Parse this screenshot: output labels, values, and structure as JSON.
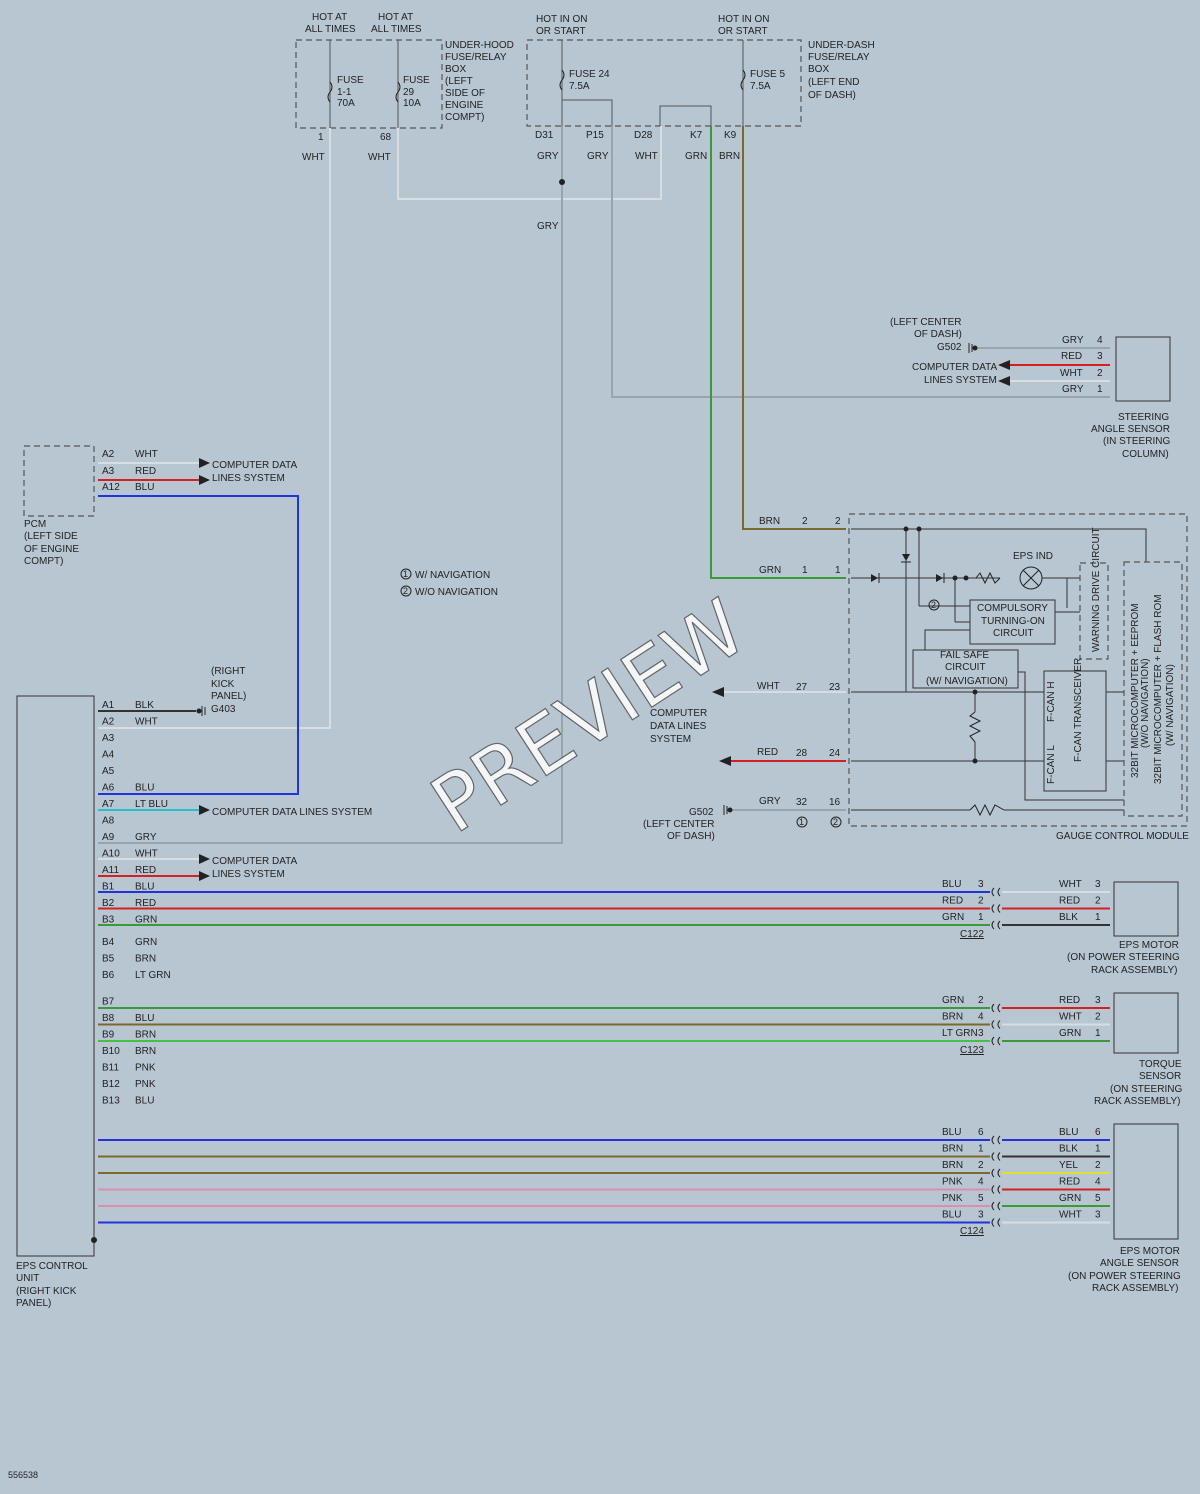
{
  "fuse_boxes": {
    "underhood": {
      "label": [
        "UNDER-HOOD",
        "FUSE/RELAY",
        "BOX",
        "(LEFT",
        "SIDE OF",
        "ENGINE",
        "COMPT)"
      ],
      "hot1": [
        "HOT AT",
        "ALL TIMES"
      ],
      "hot2": [
        "HOT AT",
        "ALL TIMES"
      ],
      "fuse1": [
        "FUSE",
        "1-1",
        "70A"
      ],
      "fuse2": [
        "FUSE",
        "29",
        "10A"
      ],
      "pin1": "1",
      "pin2": "68",
      "wire1": "WHT",
      "wire2": "WHT"
    },
    "underdash": {
      "label": [
        "UNDER-DASH",
        "FUSE/RELAY",
        "BOX",
        "(LEFT END",
        "OF DASH)"
      ],
      "hot1": [
        "HOT IN ON",
        "OR START"
      ],
      "hot2": [
        "HOT IN ON",
        "OR START"
      ],
      "fuse1": [
        "FUSE 24",
        "7.5A"
      ],
      "fuse2": [
        "FUSE 5",
        "7.5A"
      ],
      "pins": [
        "D31",
        "P15",
        "D28",
        "K7",
        "K9"
      ],
      "wires": [
        "GRY",
        "GRY",
        "WHT",
        "GRN",
        "BRN"
      ],
      "gry_label": "GRY"
    }
  },
  "steering_angle_sensor": {
    "ground": [
      "(LEFT CENTER",
      "OF DASH)",
      "G502"
    ],
    "data": [
      "COMPUTER DATA",
      "LINES SYSTEM"
    ],
    "pins": [
      {
        "wire": "GRY",
        "pin": "4"
      },
      {
        "wire": "RED",
        "pin": "3"
      },
      {
        "wire": "WHT",
        "pin": "2"
      },
      {
        "wire": "GRY",
        "pin": "1"
      }
    ],
    "label": [
      "STEERING",
      "ANGLE SENSOR",
      "(IN STEERING",
      "COLUMN)"
    ]
  },
  "pcm": {
    "pins": [
      {
        "pin": "A2",
        "wire": "WHT"
      },
      {
        "pin": "A3",
        "wire": "RED"
      },
      {
        "pin": "A12",
        "wire": "BLU"
      }
    ],
    "data": [
      "COMPUTER DATA",
      "LINES SYSTEM"
    ],
    "label": [
      "PCM",
      "(LEFT SIDE",
      "OF ENGINE",
      "COMPT)"
    ]
  },
  "legend": [
    "W/ NAVIGATION",
    "W/O NAVIGATION"
  ],
  "g403": [
    "(RIGHT",
    "KICK",
    "PANEL)",
    "G403"
  ],
  "gauge": {
    "brn": {
      "wire": "BRN",
      "pin_a": "2",
      "pin_b": "2"
    },
    "grn": {
      "wire": "GRN",
      "pin_a": "1",
      "pin_b": "1"
    },
    "wht": {
      "wire": "WHT",
      "pin_a": "27",
      "pin_b": "23"
    },
    "red": {
      "wire": "RED",
      "pin_a": "28",
      "pin_b": "24"
    },
    "gry": {
      "wire": "GRY",
      "pin_a": "32",
      "pin_b": "16"
    },
    "g502": [
      "G502",
      "(LEFT CENTER",
      "OF DASH)"
    ],
    "data": [
      "COMPUTER",
      "DATA LINES",
      "SYSTEM"
    ],
    "eps_ind": "EPS IND",
    "compulsory": [
      "COMPULSORY",
      "TURNING-ON",
      "CIRCUIT"
    ],
    "failsafe": [
      "FAIL SAFE",
      "CIRCUIT",
      "(W/ NAVIGATION)"
    ],
    "warning": "WARNING DRIVE CIRCUIT",
    "fcan_h": "F-CAN H",
    "fcan_l": "F-CAN L",
    "transceiver": "F-CAN TRANSCEIVER",
    "micro1": [
      "32BIT MICROCOMPUTER + EEPROM",
      "(W/O NAVIGATION)"
    ],
    "micro2": [
      "32BIT MICROCOMPUTER + FLASH ROM",
      "(W/ NAVIGATION)"
    ],
    "label": "GAUGE CONTROL MODULE"
  },
  "eps_unit": {
    "label": [
      "EPS CONTROL",
      "UNIT",
      "(RIGHT KICK",
      "PANEL)"
    ],
    "pins": [
      {
        "pin": "A1",
        "wire": "BLK"
      },
      {
        "pin": "A2",
        "wire": "WHT"
      },
      {
        "pin": "A3",
        "wire": ""
      },
      {
        "pin": "A4",
        "wire": ""
      },
      {
        "pin": "A5",
        "wire": ""
      },
      {
        "pin": "A6",
        "wire": "BLU"
      },
      {
        "pin": "A7",
        "wire": "LT BLU"
      },
      {
        "pin": "A8",
        "wire": ""
      },
      {
        "pin": "A9",
        "wire": "GRY"
      },
      {
        "pin": "A10",
        "wire": "WHT"
      },
      {
        "pin": "A11",
        "wire": "RED"
      },
      {
        "pin": "B1",
        "wire": "BLU"
      },
      {
        "pin": "B2",
        "wire": "RED"
      },
      {
        "pin": "B3",
        "wire": "GRN"
      },
      {
        "pin": "B4",
        "wire": "GRN"
      },
      {
        "pin": "B5",
        "wire": "BRN"
      },
      {
        "pin": "B6",
        "wire": "LT GRN"
      },
      {
        "pin": "B7",
        "wire": ""
      },
      {
        "pin": "B8",
        "wire": "BLU"
      },
      {
        "pin": "B9",
        "wire": "BRN"
      },
      {
        "pin": "B10",
        "wire": "BRN"
      },
      {
        "pin": "B11",
        "wire": "PNK"
      },
      {
        "pin": "B12",
        "wire": "PNK"
      },
      {
        "pin": "B13",
        "wire": "BLU"
      }
    ],
    "data_a7": "COMPUTER DATA LINES SYSTEM",
    "data_a10": [
      "COMPUTER DATA",
      "LINES SYSTEM"
    ]
  },
  "eps_motor": {
    "connector": "C122",
    "left": [
      {
        "wire": "BLU",
        "pin": "3"
      },
      {
        "wire": "RED",
        "pin": "2"
      },
      {
        "wire": "GRN",
        "pin": "1"
      }
    ],
    "right": [
      {
        "wire": "WHT",
        "pin": "3"
      },
      {
        "wire": "RED",
        "pin": "2"
      },
      {
        "wire": "BLK",
        "pin": "1"
      }
    ],
    "label": [
      "EPS MOTOR",
      "(ON POWER STEERING",
      "RACK ASSEMBLY)"
    ]
  },
  "torque_sensor": {
    "connector": "C123",
    "left": [
      {
        "wire": "GRN",
        "pin": "2"
      },
      {
        "wire": "BRN",
        "pin": "4"
      },
      {
        "wire": "LT GRN",
        "pin": "3"
      }
    ],
    "right": [
      {
        "wire": "RED",
        "pin": "3"
      },
      {
        "wire": "WHT",
        "pin": "2"
      },
      {
        "wire": "GRN",
        "pin": "1"
      }
    ],
    "label": [
      "TORQUE",
      "SENSOR",
      "(ON STEERING",
      "RACK ASSEMBLY)"
    ]
  },
  "angle_sensor": {
    "connector": "C124",
    "left": [
      {
        "wire": "BLU",
        "pin": "6"
      },
      {
        "wire": "BRN",
        "pin": "1"
      },
      {
        "wire": "BRN",
        "pin": "2"
      },
      {
        "wire": "PNK",
        "pin": "4"
      },
      {
        "wire": "PNK",
        "pin": "5"
      },
      {
        "wire": "BLU",
        "pin": "3"
      }
    ],
    "right": [
      {
        "wire": "BLU",
        "pin": "6"
      },
      {
        "wire": "BLK",
        "pin": "1"
      },
      {
        "wire": "YEL",
        "pin": "2"
      },
      {
        "wire": "RED",
        "pin": "4"
      },
      {
        "wire": "GRN",
        "pin": "5"
      },
      {
        "wire": "WHT",
        "pin": "3"
      }
    ],
    "label": [
      "EPS MOTOR",
      "ANGLE SENSOR",
      "(ON POWER STEERING",
      "RACK ASSEMBLY)"
    ]
  },
  "footer_id": "556538",
  "watermark": "PREVIEW",
  "colors": {
    "blu": "#2233dd",
    "red": "#d42020",
    "grn": "#3a9a3a",
    "brn": "#7a6a2a",
    "gry": "#9aa4ad",
    "wht": "#d8dde2",
    "ltblu": "#22c0d0",
    "pnk": "#d890b0",
    "yel": "#e0e030",
    "blk": "#333333"
  }
}
